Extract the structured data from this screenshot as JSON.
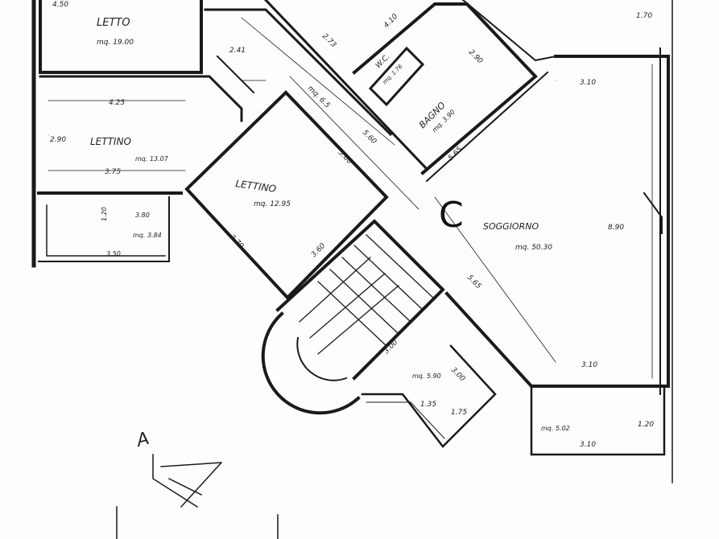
{
  "rooms": {
    "letto": {
      "name": "LETTO",
      "area": "mq. 19.00",
      "dim_top": "4.50"
    },
    "lettino_left": {
      "name": "LETTINO",
      "area": "mq. 13.07",
      "dim_w1": "4.25",
      "dim_w2": "3.75",
      "dim_h": "2.90"
    },
    "lettino_center": {
      "name": "LETTINO",
      "area": "mq. 12.95",
      "dim_a": "3.80",
      "dim_b": "3.70",
      "dim_c": "3.60"
    },
    "bagno": {
      "name": "BAGNO",
      "area": "mq. 3.90",
      "dim_a": "4.10",
      "dim_b": "2.90"
    },
    "wc": {
      "name": "W.C.",
      "area": "mq. 1.76"
    },
    "soggiorno": {
      "name": "SOGGIORNO",
      "area": "mq. 50.30",
      "dim_a": "5.65",
      "dim_b": "5.65",
      "dim_c": "8.90",
      "dim_d": "3.10",
      "dim_e": "3.10"
    },
    "corridoio": {
      "area": "mq. 6.5",
      "dim_a": "5.60",
      "dim_b": "2.73",
      "dim_c": "2.41"
    },
    "balcone_left": {
      "area": "mq. 3.84",
      "dim_a": "3.50",
      "dim_b": "3.80",
      "dim_c": "1.20"
    },
    "balcone_center": {
      "area": "mq. 5.90",
      "dim_a": "3.00",
      "dim_b": "3.00",
      "dim_c": "1.75",
      "dim_d": "1.35"
    },
    "balcone_right": {
      "area": "mq. 5.02",
      "dim_a": "3.10",
      "dim_b": "1.20"
    }
  },
  "misc": {
    "block_letter": "C",
    "north_letter": "A",
    "top_dim": "1.70"
  }
}
